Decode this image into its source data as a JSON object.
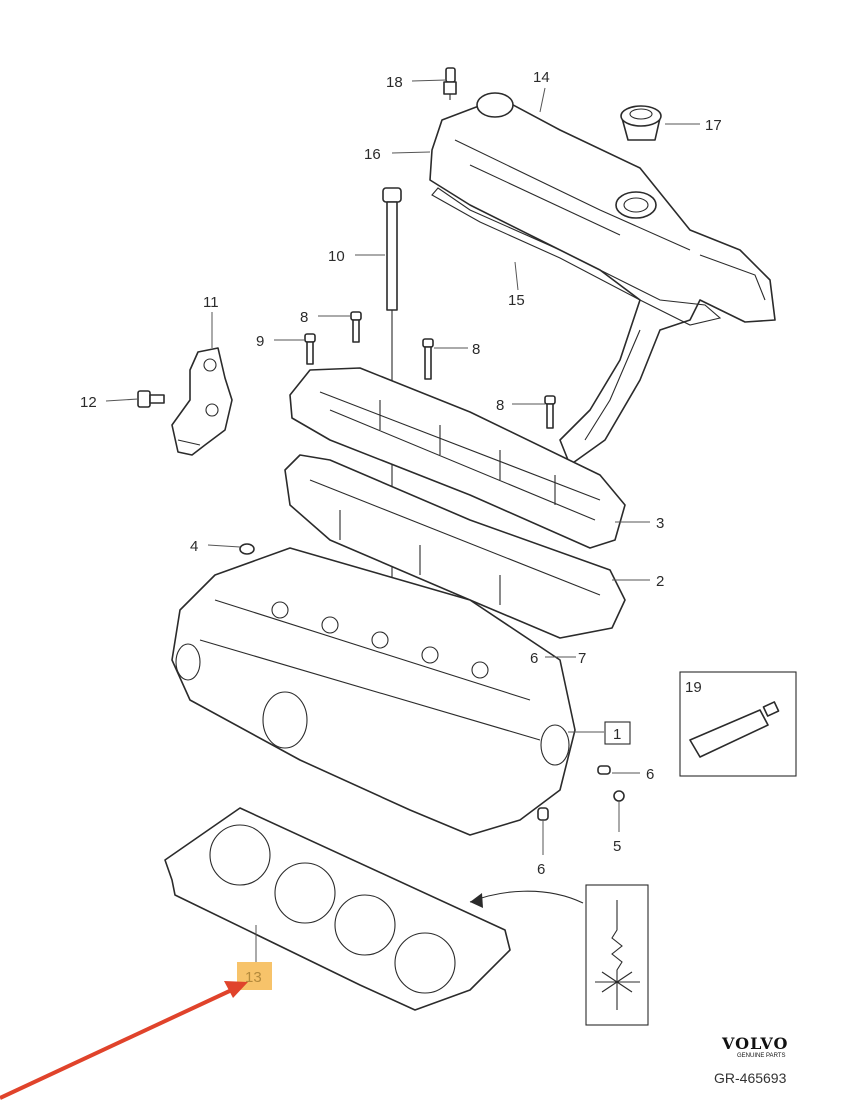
{
  "callouts": {
    "c1": "1",
    "c2": "2",
    "c3": "3",
    "c4": "4",
    "c5": "5",
    "c6a": "6",
    "c6b": "6",
    "c6c": "6",
    "c7": "7",
    "c8a": "8",
    "c8b": "8",
    "c8c": "8",
    "c9": "9",
    "c10": "10",
    "c11": "11",
    "c12": "12",
    "c13": "13",
    "c14": "14",
    "c15": "15",
    "c16": "16",
    "c17": "17",
    "c18": "18",
    "c19": "19"
  },
  "brand": {
    "name": "VOLVO",
    "subtitle": "GENUINE PARTS"
  },
  "reference": "GR-465693",
  "colors": {
    "highlight": "#f7c36a",
    "arrow": "#e0432b",
    "line": "#2b2b2b"
  }
}
